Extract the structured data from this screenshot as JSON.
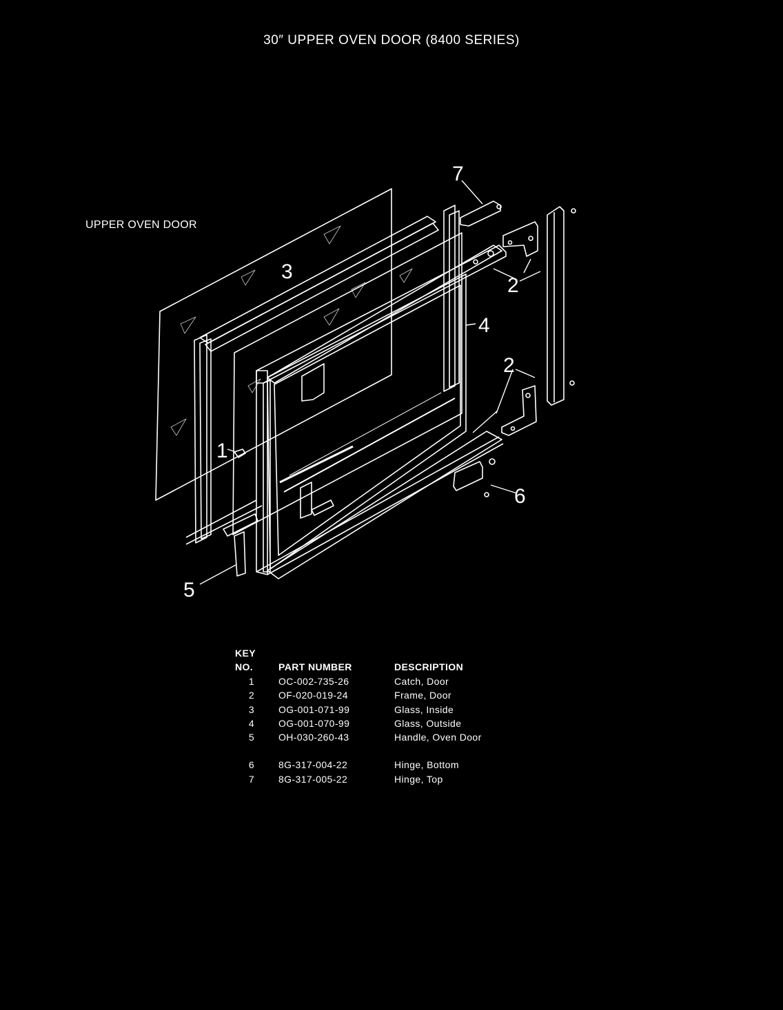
{
  "title": "30″ UPPER OVEN DOOR (8400 SERIES)",
  "section_label": "UPPER OVEN DOOR",
  "callouts": [
    "1",
    "2",
    "2",
    "3",
    "4",
    "5",
    "6",
    "7"
  ],
  "table": {
    "key_header_line1": "KEY",
    "key_header_line2": "NO.",
    "part_header": "PART NUMBER",
    "desc_header": "DESCRIPTION",
    "rows": [
      {
        "key": "1",
        "part": "OC-002-735-26",
        "desc": "Catch, Door"
      },
      {
        "key": "2",
        "part": "OF-020-019-24",
        "desc": "Frame, Door"
      },
      {
        "key": "3",
        "part": "OG-001-071-99",
        "desc": "Glass, Inside"
      },
      {
        "key": "4",
        "part": "OG-001-070-99",
        "desc": "Glass, Outside"
      },
      {
        "key": "5",
        "part": "OH-030-260-43",
        "desc": "Handle, Oven Door"
      },
      {
        "key": "6",
        "part": "8G-317-004-22",
        "desc": "Hinge, Bottom"
      },
      {
        "key": "7",
        "part": "8G-317-005-22",
        "desc": "Hinge, Top"
      }
    ]
  }
}
